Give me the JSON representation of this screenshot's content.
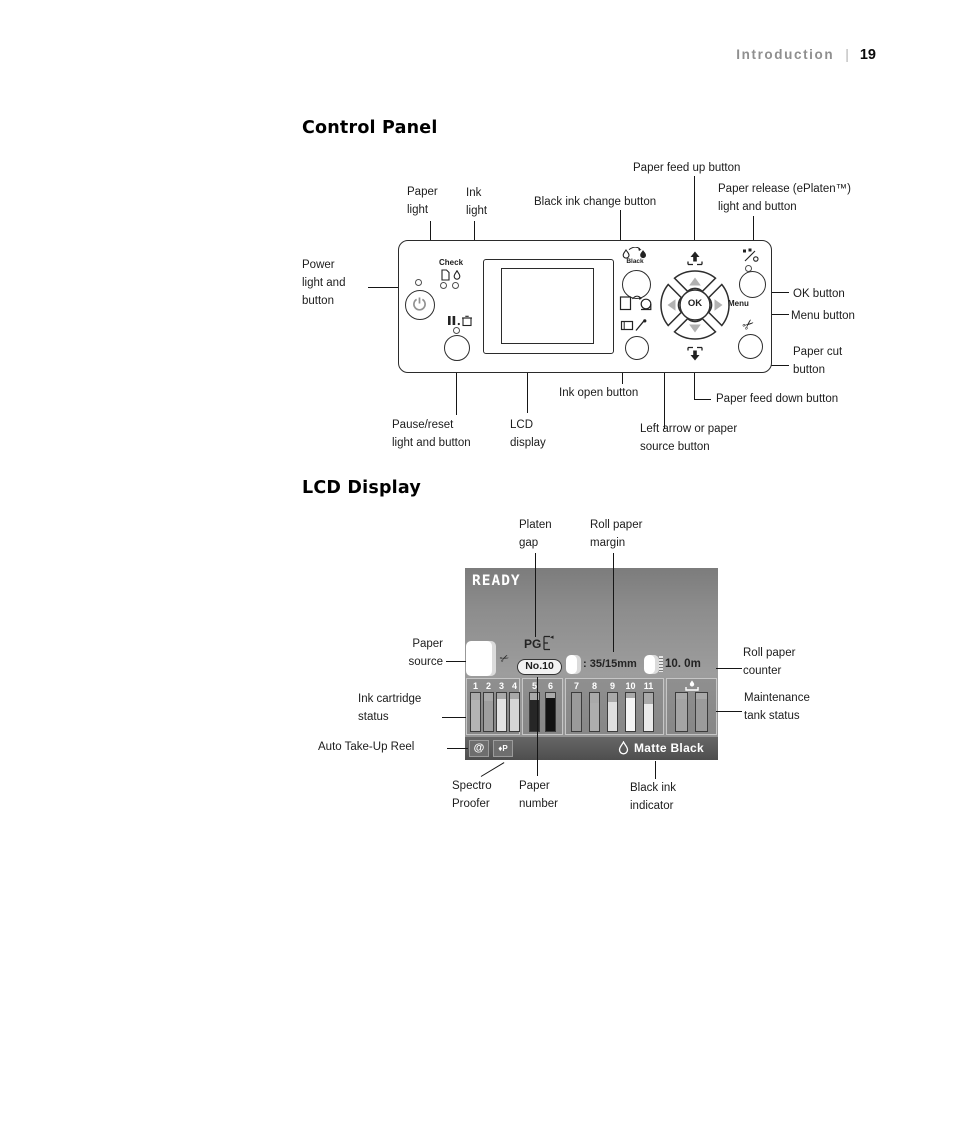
{
  "header": {
    "section": "Introduction",
    "separator": "|",
    "page_number": "19"
  },
  "sections": {
    "control_panel": "Control Panel",
    "lcd_display": "LCD Display"
  },
  "cp": {
    "callouts": {
      "paper_light": "Paper\nlight",
      "ink_light": "Ink\nlight",
      "black_ink_change": "Black ink change button",
      "paper_feed_up": "Paper feed up button",
      "paper_release": "Paper release (ePlaten™)\nlight and button",
      "power": "Power\nlight and\nbutton",
      "ok": "OK button",
      "menu": "Menu button",
      "paper_cut": "Paper cut\nbutton",
      "paper_feed_down": "Paper feed down button",
      "ink_open": "Ink open button",
      "left_arrow": "Left arrow or paper\nsource button",
      "pause_reset": "Pause/reset\nlight and button",
      "lcd_display": "LCD\ndisplay"
    },
    "panel": {
      "check": "Check",
      "black": "Black",
      "ok": "OK",
      "menu": "Menu"
    }
  },
  "lcd": {
    "callouts": {
      "platen_gap": "Platen\ngap",
      "roll_paper_margin": "Roll paper\nmargin",
      "paper_source": "Paper\nsource",
      "ink_cartridge_status": "Ink cartridge\nstatus",
      "auto_take_up_reel": "Auto Take-Up Reel",
      "spectro_proofer": "Spectro\nProofer",
      "paper_number": "Paper\nnumber",
      "black_ink_indicator": "Black ink\nindicator",
      "roll_paper_counter": "Roll paper\ncounter",
      "maintenance_tank": "Maintenance\ntank status"
    },
    "screen": {
      "status": "READY",
      "platen_gap_label": "PG",
      "paper_number_value": "No.10",
      "roll_margin_value": ": 35/15mm",
      "roll_counter_value": "10. 0m",
      "black_ink_value": "Matte Black",
      "spectro_icon_text": "♦P",
      "reel_icon_text": "@",
      "cartridges": [
        {
          "num": "1",
          "color": "#b4b4b4",
          "fill": 0.82
        },
        {
          "num": "2",
          "color": "#9e9e9e",
          "fill": 0.8
        },
        {
          "num": "3",
          "color": "#e3e3e3",
          "fill": 0.84
        },
        {
          "num": "4",
          "color": "#d6d6d6",
          "fill": 0.84
        },
        {
          "num": "5",
          "color": "#262626",
          "fill": 0.82
        },
        {
          "num": "6",
          "color": "#121212",
          "fill": 0.86
        },
        {
          "num": "7",
          "color": "#9a9a9a",
          "fill": 1.0
        },
        {
          "num": "8",
          "color": "#adadad",
          "fill": 0.74
        },
        {
          "num": "9",
          "color": "#dfdfdf",
          "fill": 0.76
        },
        {
          "num": "10",
          "color": "#f5f5f5",
          "fill": 0.86
        },
        {
          "num": "11",
          "color": "#eaeaea",
          "fill": 0.7
        }
      ],
      "cartridge_groups": [
        [
          0,
          1,
          2,
          3
        ],
        [
          4,
          5
        ],
        [
          6,
          7,
          8,
          9,
          10
        ]
      ],
      "maintenance_bars": [
        {
          "color": "#a4a4a4",
          "fill": 0.85
        },
        {
          "color": "#9b9b9b",
          "fill": 0.85
        }
      ],
      "colors": {
        "screen_bg": "#8d8d8d",
        "status_bar": "#545454",
        "text_dark": "#242424",
        "text_light": "#ffffff"
      }
    }
  }
}
